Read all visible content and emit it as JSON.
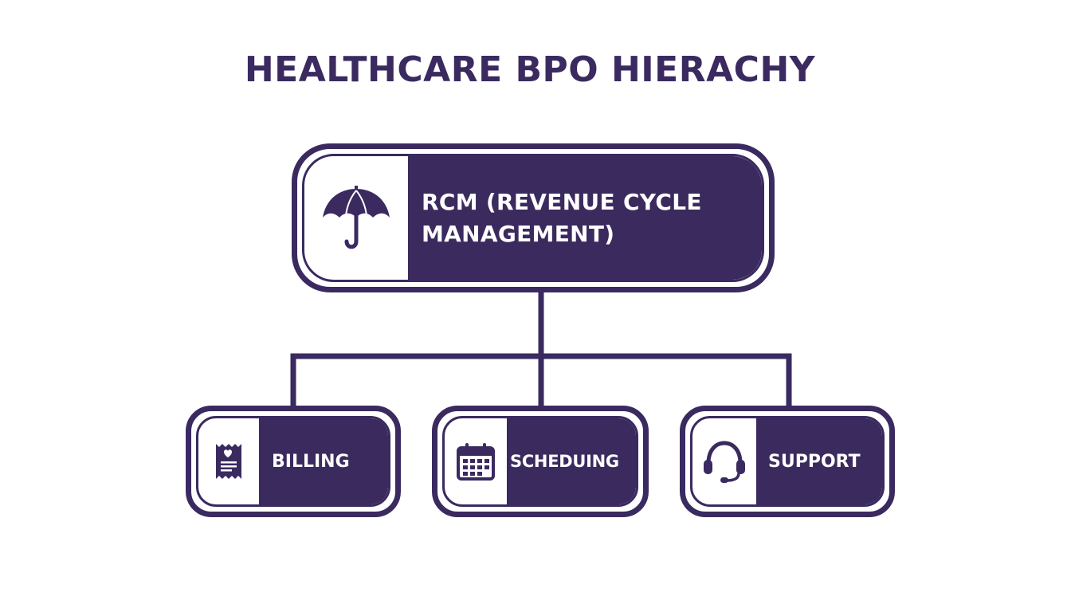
{
  "title": "HEALTHCARE BPO HIERACHY",
  "colors": {
    "primary": "#3a2a60",
    "background": "#ffffff",
    "label_text": "#ffffff"
  },
  "root": {
    "label_line1": "RCM (REVENUE CYCLE",
    "label_line2": "MANAGEMENT)",
    "icon": "umbrella-icon"
  },
  "children": [
    {
      "label": "BILLING",
      "icon": "invoice-icon"
    },
    {
      "label": "SCHEDUING",
      "icon": "calendar-icon"
    },
    {
      "label": "SUPPORT",
      "icon": "headset-icon"
    }
  ]
}
